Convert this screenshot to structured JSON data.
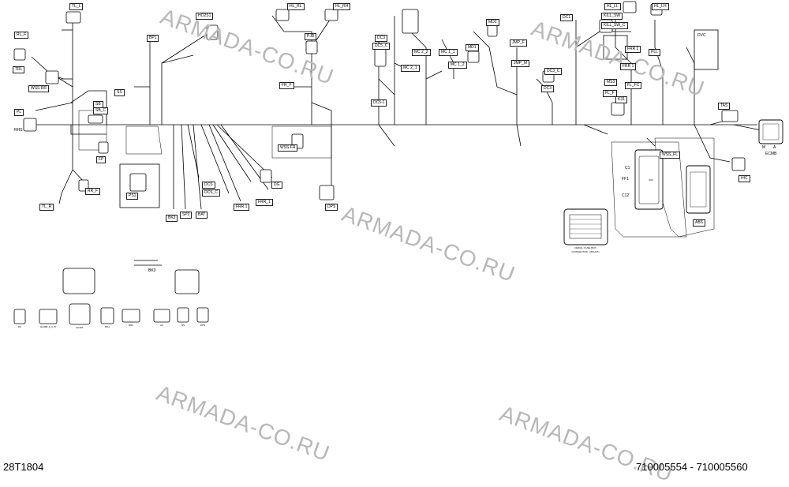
{
  "watermark": "ARMADA-CO.RU",
  "footer": {
    "left": "28T1804",
    "right": "710005554 - 710005560"
  },
  "connectors": {
    "tl_l": "TL_L",
    "rl_f": "RL_F",
    "trl": "TRL",
    "wss_rr": "WSS RR",
    "pl": "PL",
    "rhs": "RHS",
    "sb": "SB",
    "sb_c": "SB_C",
    "ss": "SS",
    "bp1": "BP1",
    "ho2s1": "HO2S1",
    "hl_rl": "HL_RL",
    "hl_rh": "HL_RH",
    "pjb": "PJB",
    "fr_f": "FR_F",
    "dc3": "DC3",
    "dc5_c": "DC5_C",
    "dc5_1": "DC5-1",
    "mc2_2": "MC 2_2",
    "mc1_1": "MC 1_1",
    "mc2_1": "MC 2_1",
    "mc1_2": "MC 1_2",
    "md1": "MD1",
    "md2": "MD2",
    "jmp_f": "JMP_F",
    "jmp_m": "JMP_M",
    "dc3_c": "DC3_C",
    "dc3_b": "DC3",
    "dc1": "DC1",
    "kill_sw": "KILL_SW",
    "hl_ll": "HL_LL",
    "kill_sw_c": "KILL_SW_C",
    "hl_lh": "HL_LH",
    "frr2": "FRR 2",
    "pll": "PLL",
    "frr1": "FRR 1",
    "ms3": "MS3",
    "fl_fc": "FL_FC",
    "fl_f": "FL_F",
    "k31": "K31",
    "tas": "TAS",
    "ecm_m": "M",
    "ecm_a": "A",
    "ecmb": "ECMB",
    "ps1": "PS1",
    "fp": "FP",
    "rr_f": "RR_F",
    "tl_r": "TL_R",
    "bk3": "BK3",
    "sp2": "SP2",
    "bat": "BAT",
    "dcs": "DCS",
    "dcs_c": "DCS_C",
    "frr1_b": "FRR 1",
    "frr2_b": "FRR_1",
    "dg": "DG",
    "wss_fr": "WSS FR",
    "dps": "DPS",
    "ff1": "FF1",
    "c1": "C1",
    "c12": "C12",
    "wss_fl": "WSS_FL",
    "abs": "ABS",
    "hic": "HIC",
    "dvc": "DVC",
    "bk3_b": "BK3",
    "ecm_caption": "DETAIL: FUSE BOX",
    "ecm_caption2": "(CONNECTOR - MOUNT)"
  },
  "bottom_legend": {
    "items": [
      "DC",
      "ECMB_1, A, B",
      "ECMS",
      "MS1",
      "MS1",
      "AC",
      "SS",
      "DPS"
    ]
  }
}
